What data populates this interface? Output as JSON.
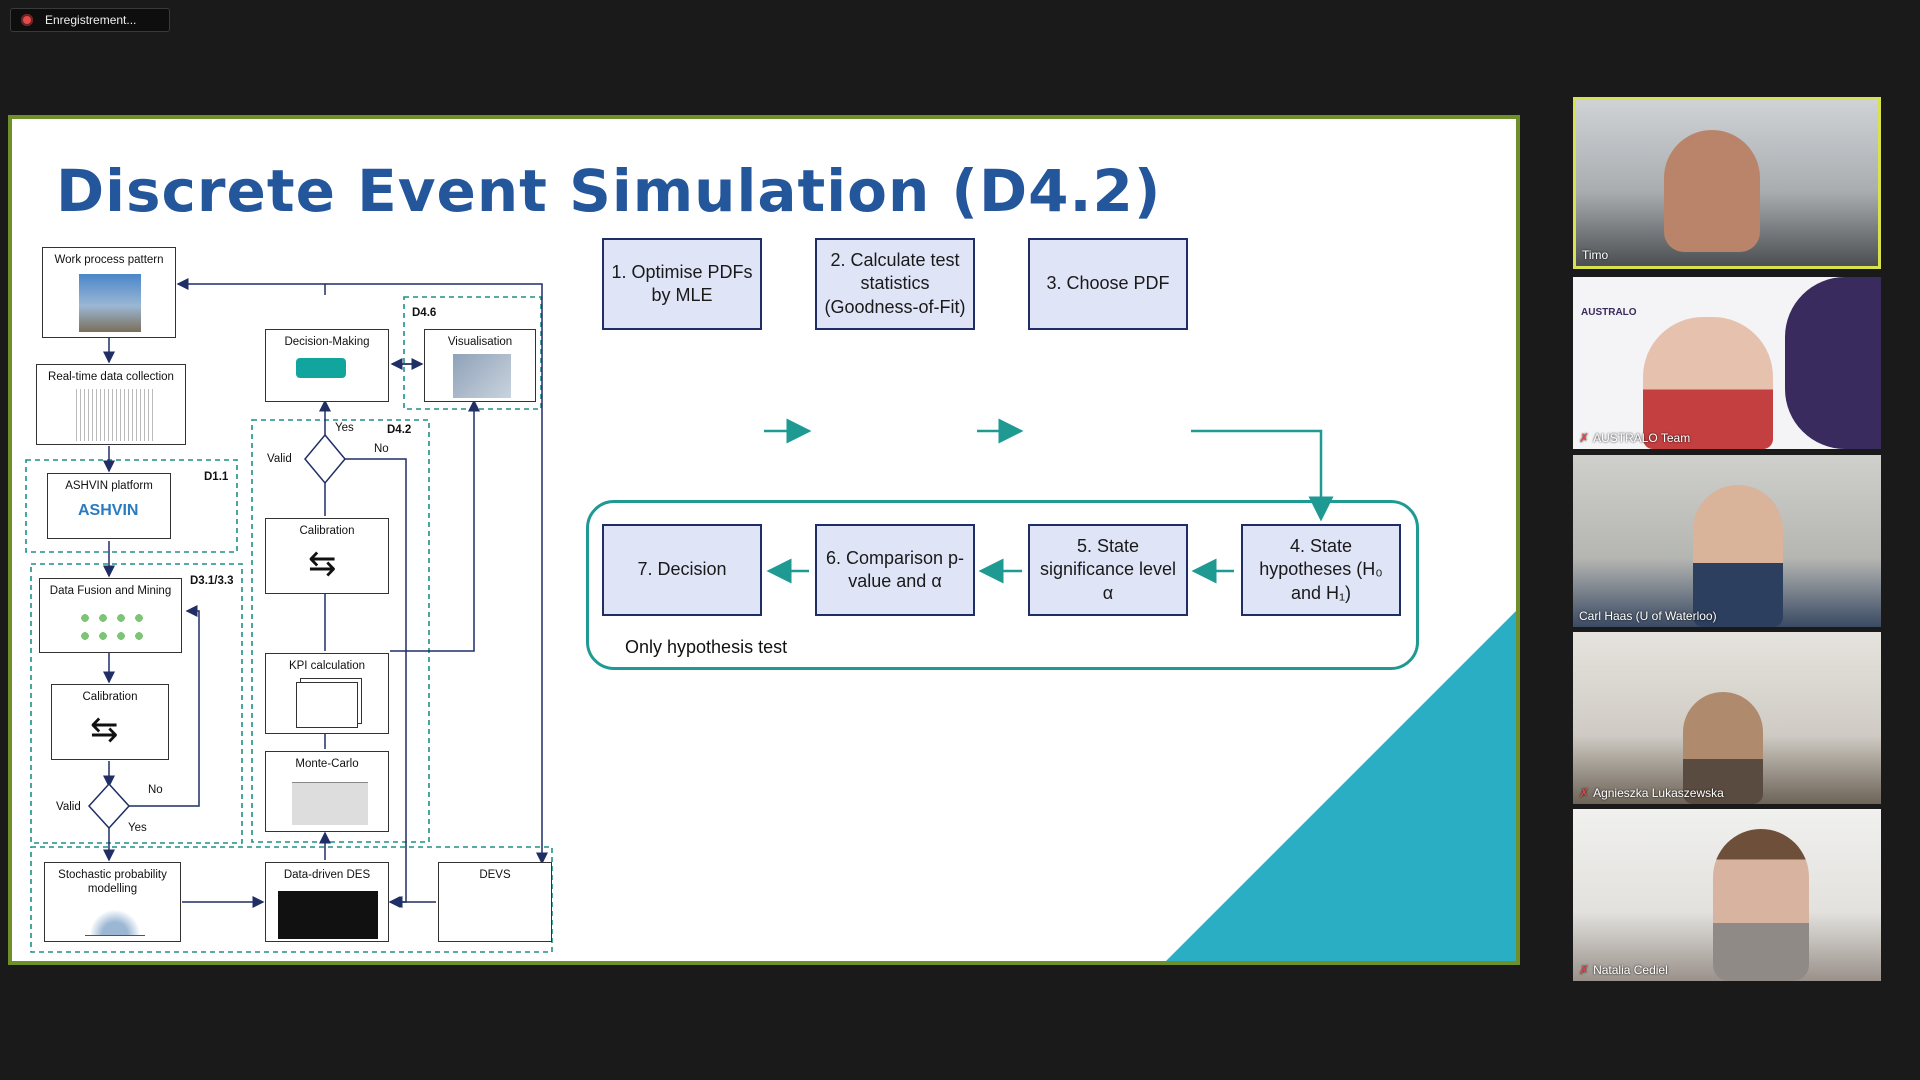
{
  "recording": {
    "label": "Enregistrement..."
  },
  "slide": {
    "title": "Discrete Event Simulation (D4.2)",
    "flow": {
      "step1": "1. Optimise PDFs by MLE",
      "step2": "2. Calculate test statistics (Goodness-of-Fit)",
      "step3": "3. Choose PDF",
      "step4": "4. State hypotheses (H₀ and H₁)",
      "step5": "5. State significance level α",
      "step6": "6. Comparison p-value and α",
      "step7": "7. Decision",
      "group_label": "Only hypothesis test"
    },
    "diagram": {
      "work_process": "Work process pattern",
      "realtime": "Real-time data collection",
      "ashvin_platform": "ASHVIN platform",
      "ashvin_logo": "ASHVIN",
      "d11": "D1.1",
      "data_fusion": "Data Fusion and Mining",
      "d313": "D3.1/3.3",
      "calibration_left": "Calibration",
      "valid_left": "Valid",
      "no_left": "No",
      "yes_left": "Yes",
      "stochastic": "Stochastic probability modelling",
      "data_driven": "Data-driven DES",
      "devs": "DEVS",
      "monte_carlo": "Monte-Carlo",
      "kpi": "KPI calculation",
      "calibration_mid": "Calibration",
      "valid_mid": "Valid",
      "yes_mid": "Yes",
      "no_mid": "No",
      "d42": "D4.2",
      "decision_making": "Decision-Making",
      "d46": "D4.6",
      "visualisation": "Visualisation"
    }
  },
  "participants": [
    {
      "name": "Timo",
      "active": true
    },
    {
      "name": "AUSTRALO Team",
      "muted": true,
      "logo": "AUSTRALO"
    },
    {
      "name": "Carl Haas (U of Waterloo)"
    },
    {
      "name": "Agnieszka Lukaszewska",
      "muted": true
    },
    {
      "name": "Natalia Cediel",
      "muted": true
    }
  ],
  "colors": {
    "title": "#23569a",
    "teal": "#1e9a93",
    "active_border": "#d7e24c",
    "slide_border": "#6f8f2a"
  }
}
